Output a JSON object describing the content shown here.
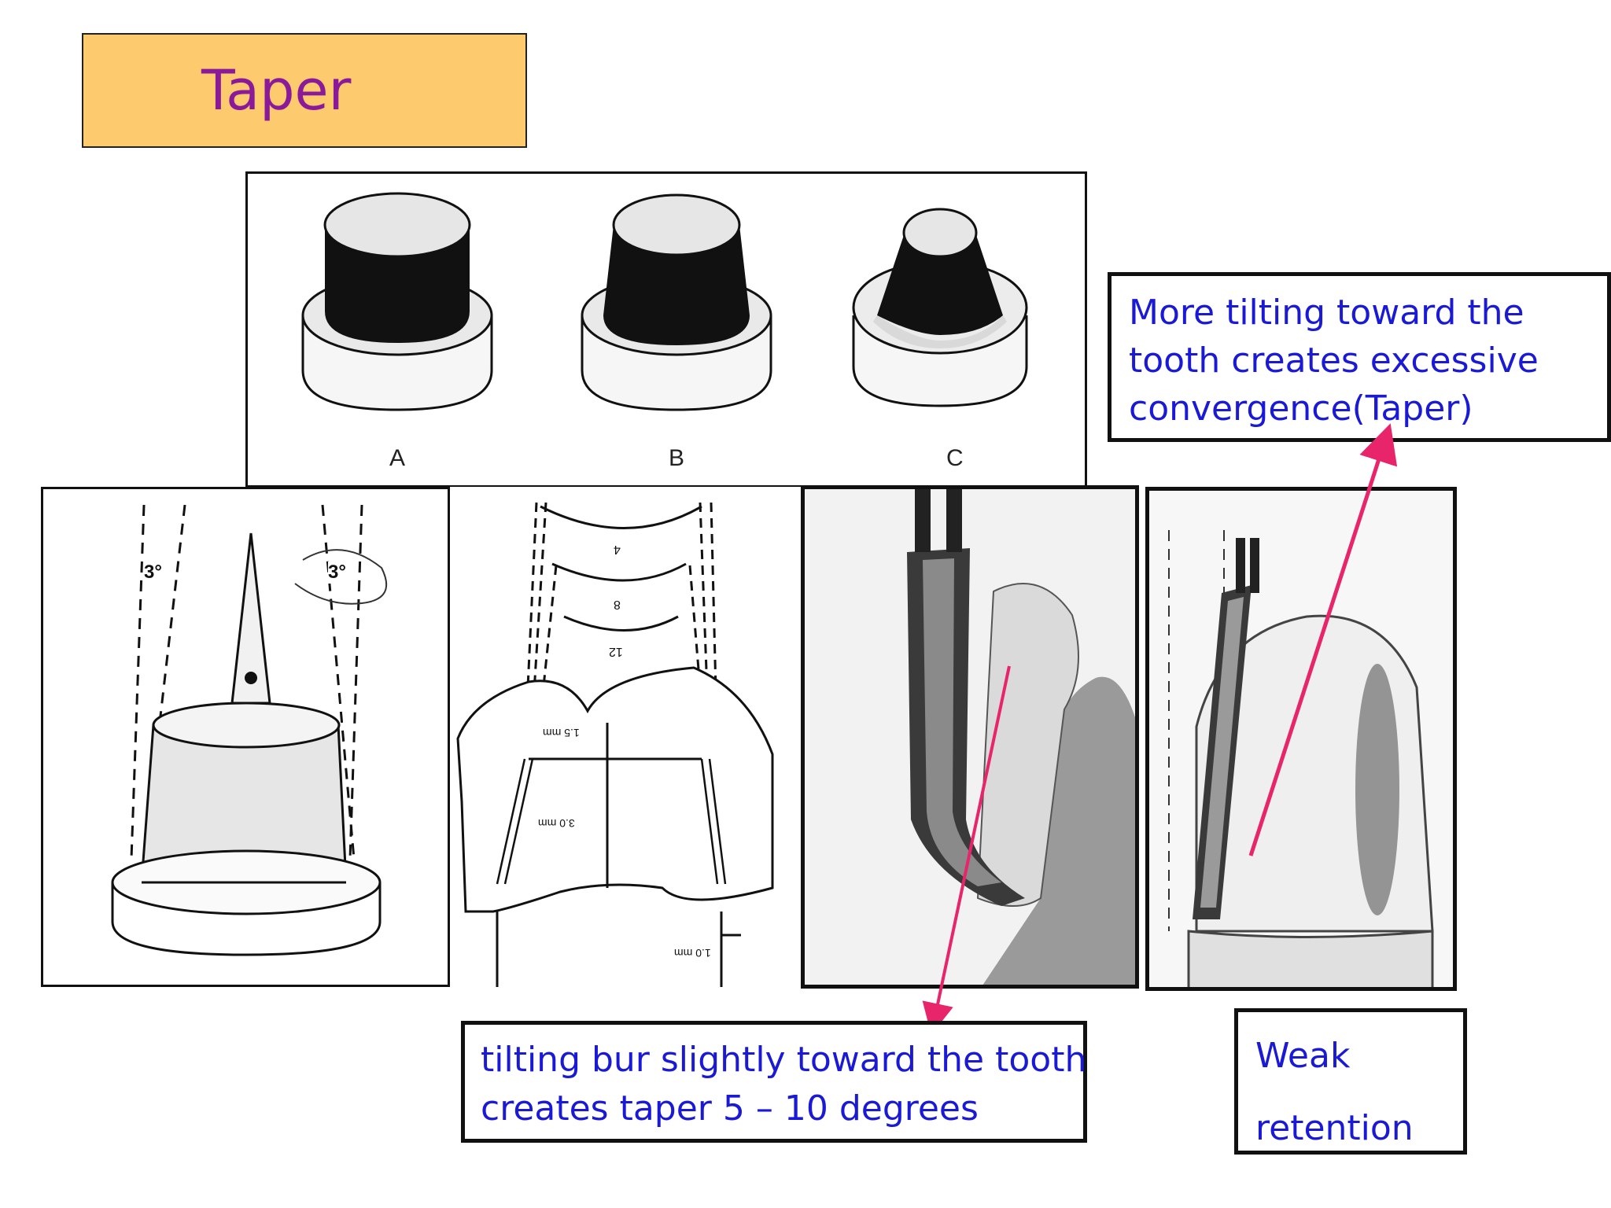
{
  "title": "Taper",
  "figure_top": {
    "labels": [
      "A",
      "B",
      "C"
    ]
  },
  "figure_angles": {
    "label_left": "3°",
    "label_right": "3°"
  },
  "figure_cross_section": {
    "angles": [
      "4",
      "8",
      "12"
    ],
    "dims": [
      "1.5 mm",
      "3.0 mm",
      "1.0 mm"
    ]
  },
  "callouts": {
    "more_tilting": {
      "line1": "More tilting toward the",
      "line2": "tooth creates excessive",
      "line3": "convergence(Taper)"
    },
    "tilting_slightly": {
      "line1": "tilting bur slightly toward the tooth",
      "line2": "creates taper 5 – 10 degrees"
    },
    "weak_retention": {
      "line1": "Weak",
      "line2": "retention"
    }
  },
  "colors": {
    "title_bg": "#FDCB6E",
    "title_text": "#8B1A9B",
    "callout_text": "#1a1ad6",
    "arrow": "#E8256B"
  }
}
